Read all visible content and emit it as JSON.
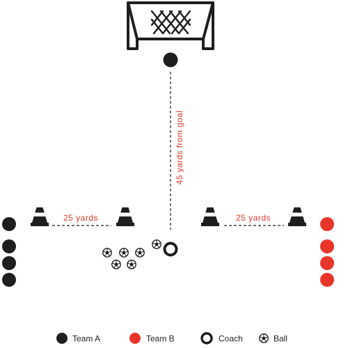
{
  "colors": {
    "team_a": "#1e1e1e",
    "team_b": "#e8352a",
    "label_red": "#e03a2e",
    "line": "#1e1e1e"
  },
  "diagram": {
    "distance_label": "45 yards from goal",
    "left_cone_label": "25 yards",
    "right_cone_label": "25 yards",
    "team_a_players": 4,
    "team_b_players": 4,
    "balls": 6,
    "icons": [
      "goal-icon",
      "cone-icon",
      "soccer-ball-icon",
      "coach-icon"
    ]
  },
  "legend": {
    "team_a": "Team A",
    "team_b": "Team B",
    "coach": "Coach",
    "ball": "Ball"
  }
}
